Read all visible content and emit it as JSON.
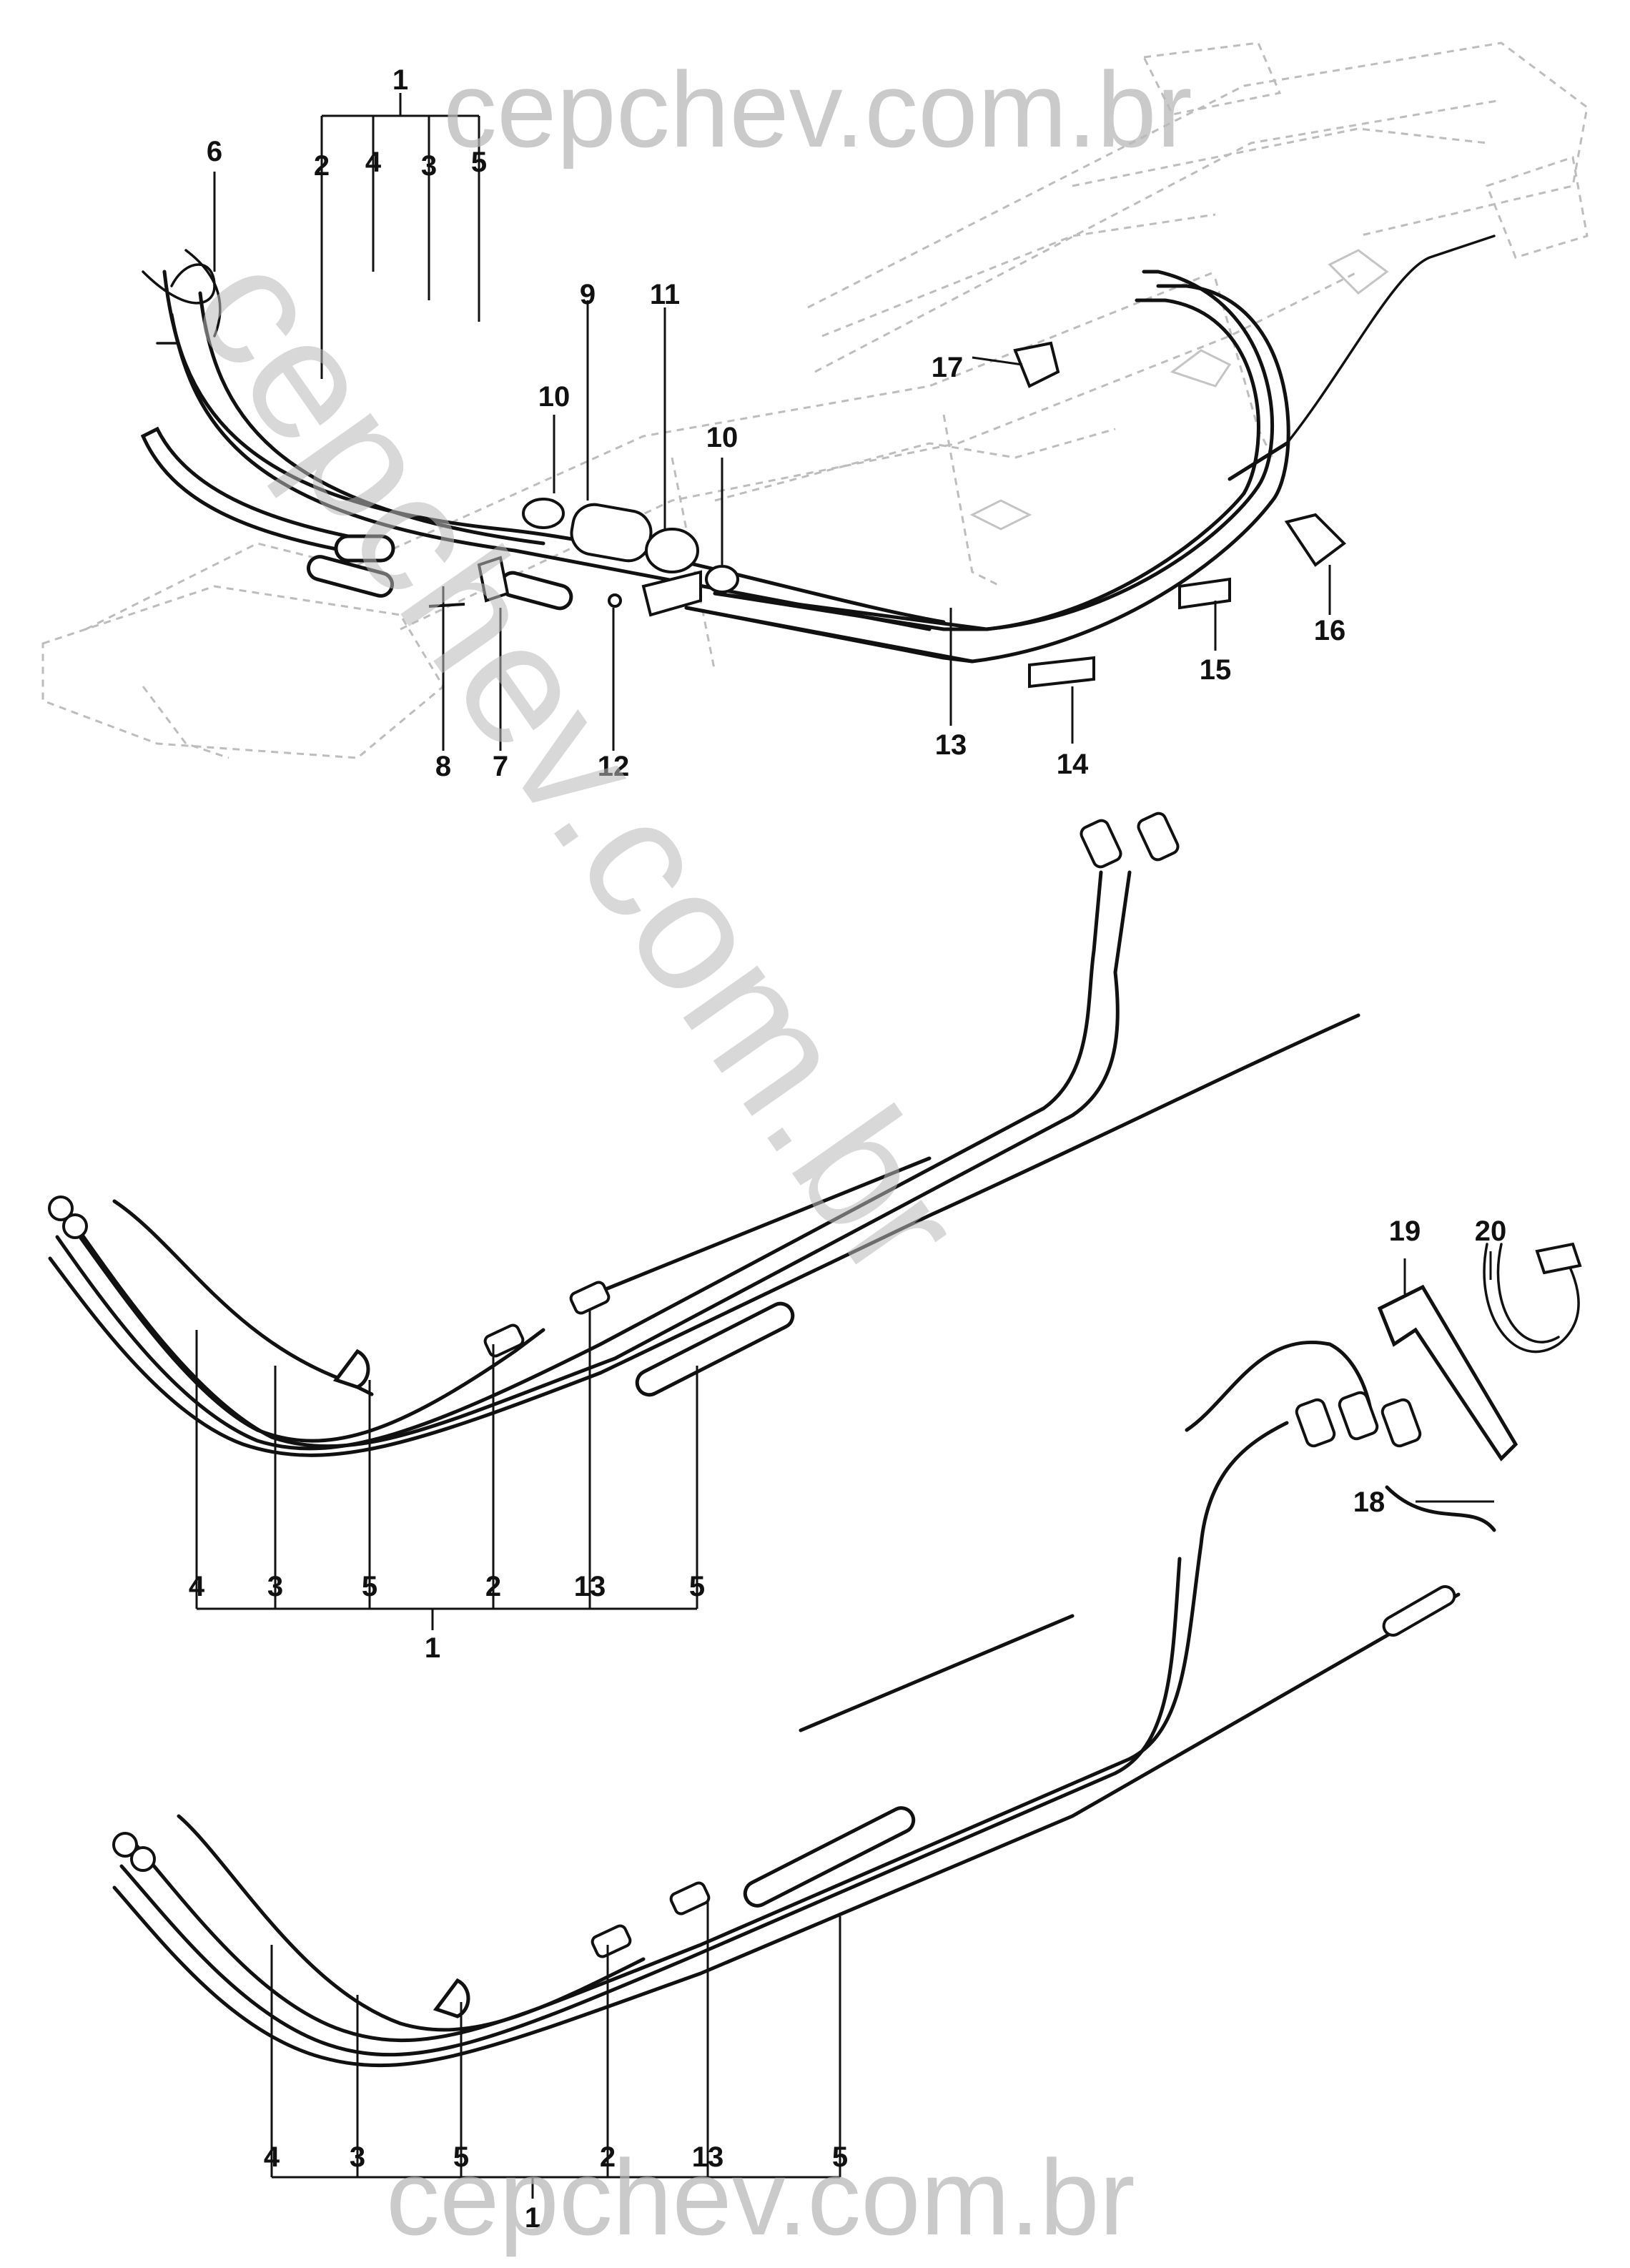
{
  "watermark": {
    "top": "cepchev.com.br",
    "diagonal": "cepchev.com.br",
    "bottom": "cepchev.com.br"
  },
  "callouts": {
    "top": {
      "c1": "1",
      "c2": "2",
      "c4": "4",
      "c3": "3",
      "c5": "5",
      "c6": "6",
      "c9": "9",
      "c11": "11",
      "c10a": "10",
      "c10b": "10",
      "c17": "17",
      "c8": "8",
      "c7": "7",
      "c12": "12",
      "c13": "13",
      "c14": "14",
      "c15": "15",
      "c16": "16"
    },
    "middle": {
      "c4": "4",
      "c3": "3",
      "c5a": "5",
      "c2": "2",
      "c13": "13",
      "c5b": "5",
      "c1": "1",
      "c19": "19",
      "c20": "20",
      "c18": "18"
    },
    "bottom": {
      "c4": "4",
      "c3": "3",
      "c5a": "5",
      "c2": "2",
      "c13": "13",
      "c5b": "5",
      "c1": "1"
    }
  },
  "icons": {
    "frame": "vehicle-chassis-frame",
    "lines": "fuel-brake-line-bundle",
    "filter": "fuel-filter",
    "clip": "line-retaining-clip",
    "hose": "protective-hose-sleeve",
    "strap": "tie-strap"
  }
}
